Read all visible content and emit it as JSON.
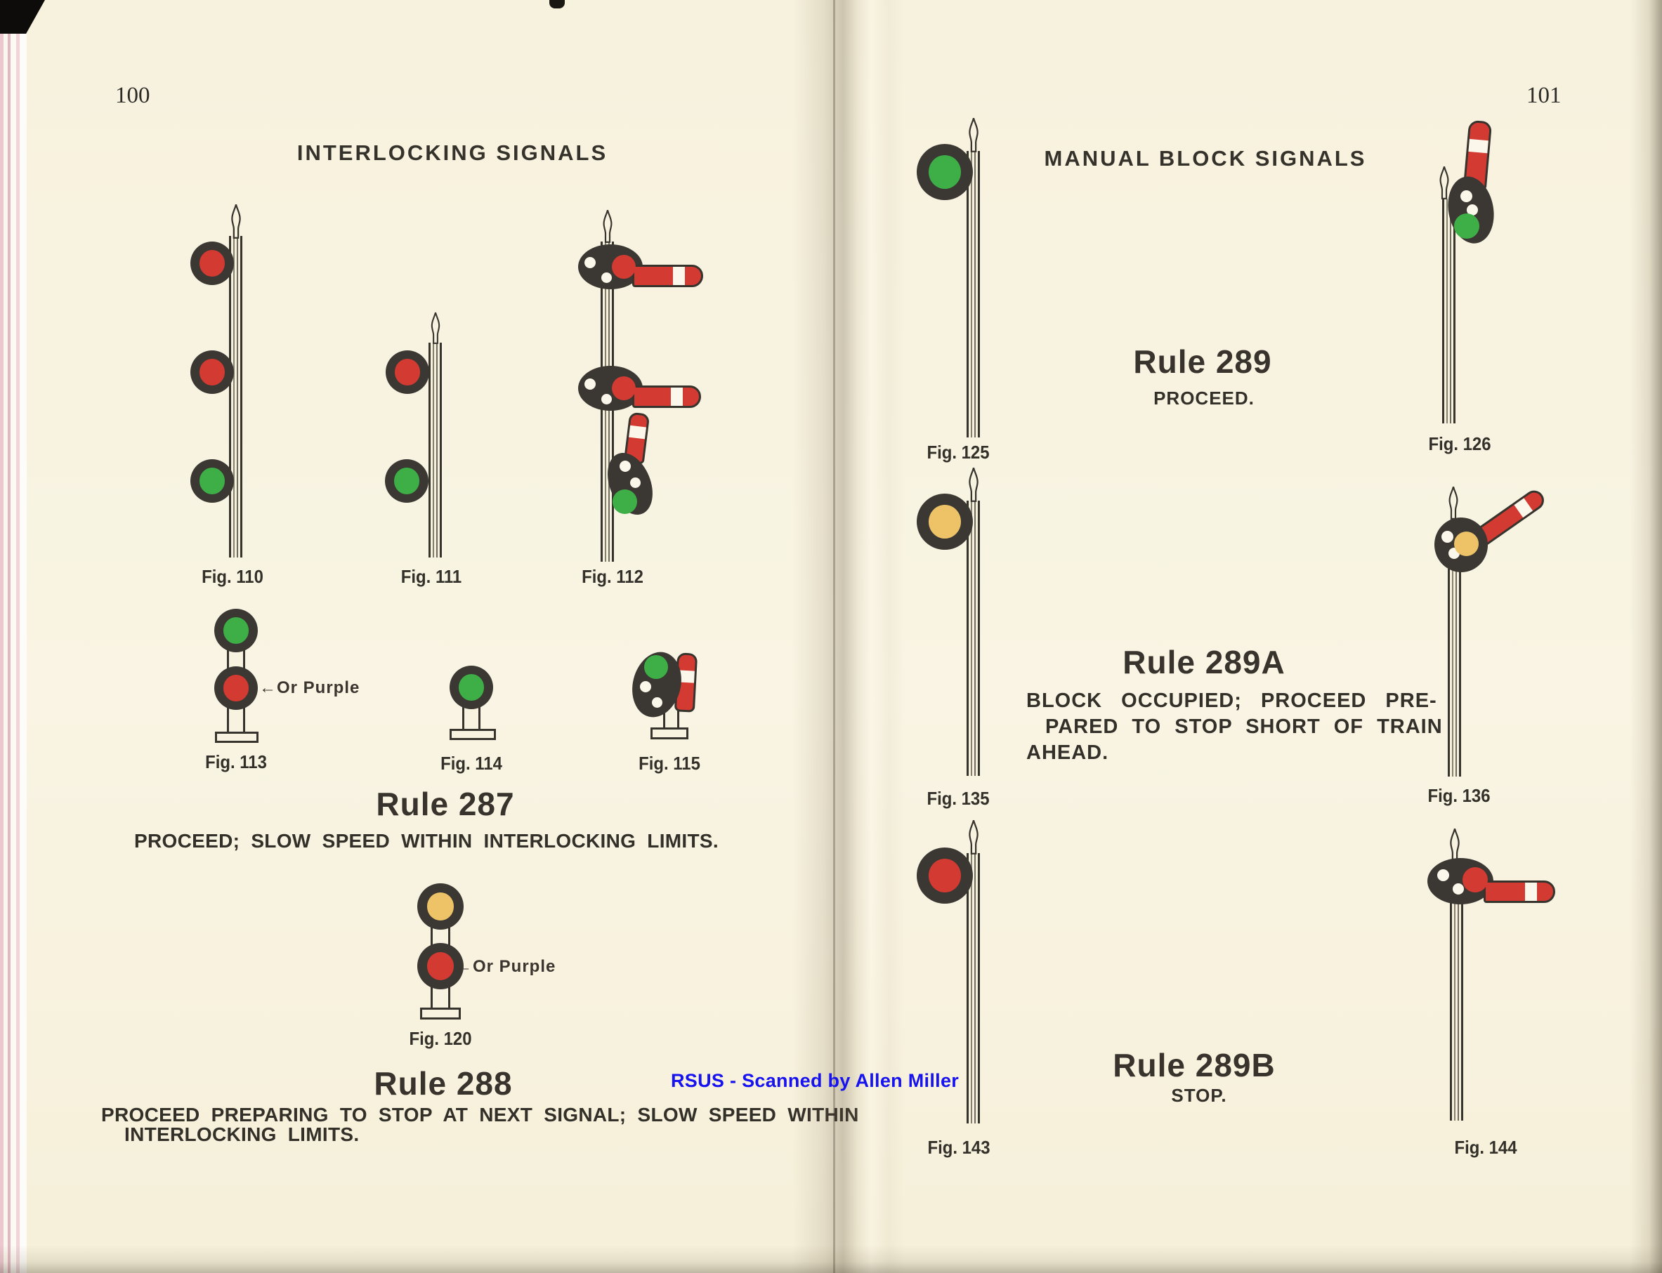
{
  "colors": {
    "paper": "#f8f3e0",
    "ink": "#33302a",
    "signal_red": "#d23a32",
    "signal_green": "#3eae47",
    "signal_yellow": "#eec368",
    "housing_dark": "#3b3833",
    "watermark_blue": "#1612f0"
  },
  "watermark": "RSUS - Scanned by Allen Miller",
  "left_page": {
    "page_number": "100",
    "title": "INTERLOCKING SIGNALS",
    "figures": {
      "fig110": {
        "caption": "Fig. 110"
      },
      "fig111": {
        "caption": "Fig. 111"
      },
      "fig112": {
        "caption": "Fig. 112"
      },
      "fig113": {
        "caption": "Fig. 113",
        "annotation": "←Or Purple"
      },
      "fig114": {
        "caption": "Fig. 114"
      },
      "fig115": {
        "caption": "Fig. 115"
      },
      "fig120": {
        "caption": "Fig. 120",
        "annotation": "←Or Purple"
      }
    },
    "rule287": {
      "heading": "Rule 287",
      "text": "PROCEED; SLOW SPEED WITHIN INTERLOCKING LIMITS."
    },
    "rule288": {
      "heading": "Rule 288",
      "text_line1": "PROCEED PREPARING TO STOP AT NEXT SIGNAL; SLOW SPEED WITHIN",
      "text_line2": "INTERLOCKING LIMITS."
    }
  },
  "right_page": {
    "page_number": "101",
    "title": "MANUAL BLOCK SIGNALS",
    "figures": {
      "fig125": {
        "caption": "Fig. 125"
      },
      "fig126": {
        "caption": "Fig. 126"
      },
      "fig135": {
        "caption": "Fig. 135"
      },
      "fig136": {
        "caption": "Fig. 136"
      },
      "fig143": {
        "caption": "Fig. 143"
      },
      "fig144": {
        "caption": "Fig. 144"
      }
    },
    "rule289": {
      "heading": "Rule 289",
      "text": "PROCEED."
    },
    "rule289a": {
      "heading": "Rule 289A",
      "text_line1": "BLOCK OCCUPIED; PROCEED PRE-",
      "text_line2": "PARED TO STOP SHORT OF TRAIN",
      "text_line3": "AHEAD."
    },
    "rule289b": {
      "heading": "Rule 289B",
      "text": "STOP."
    }
  }
}
